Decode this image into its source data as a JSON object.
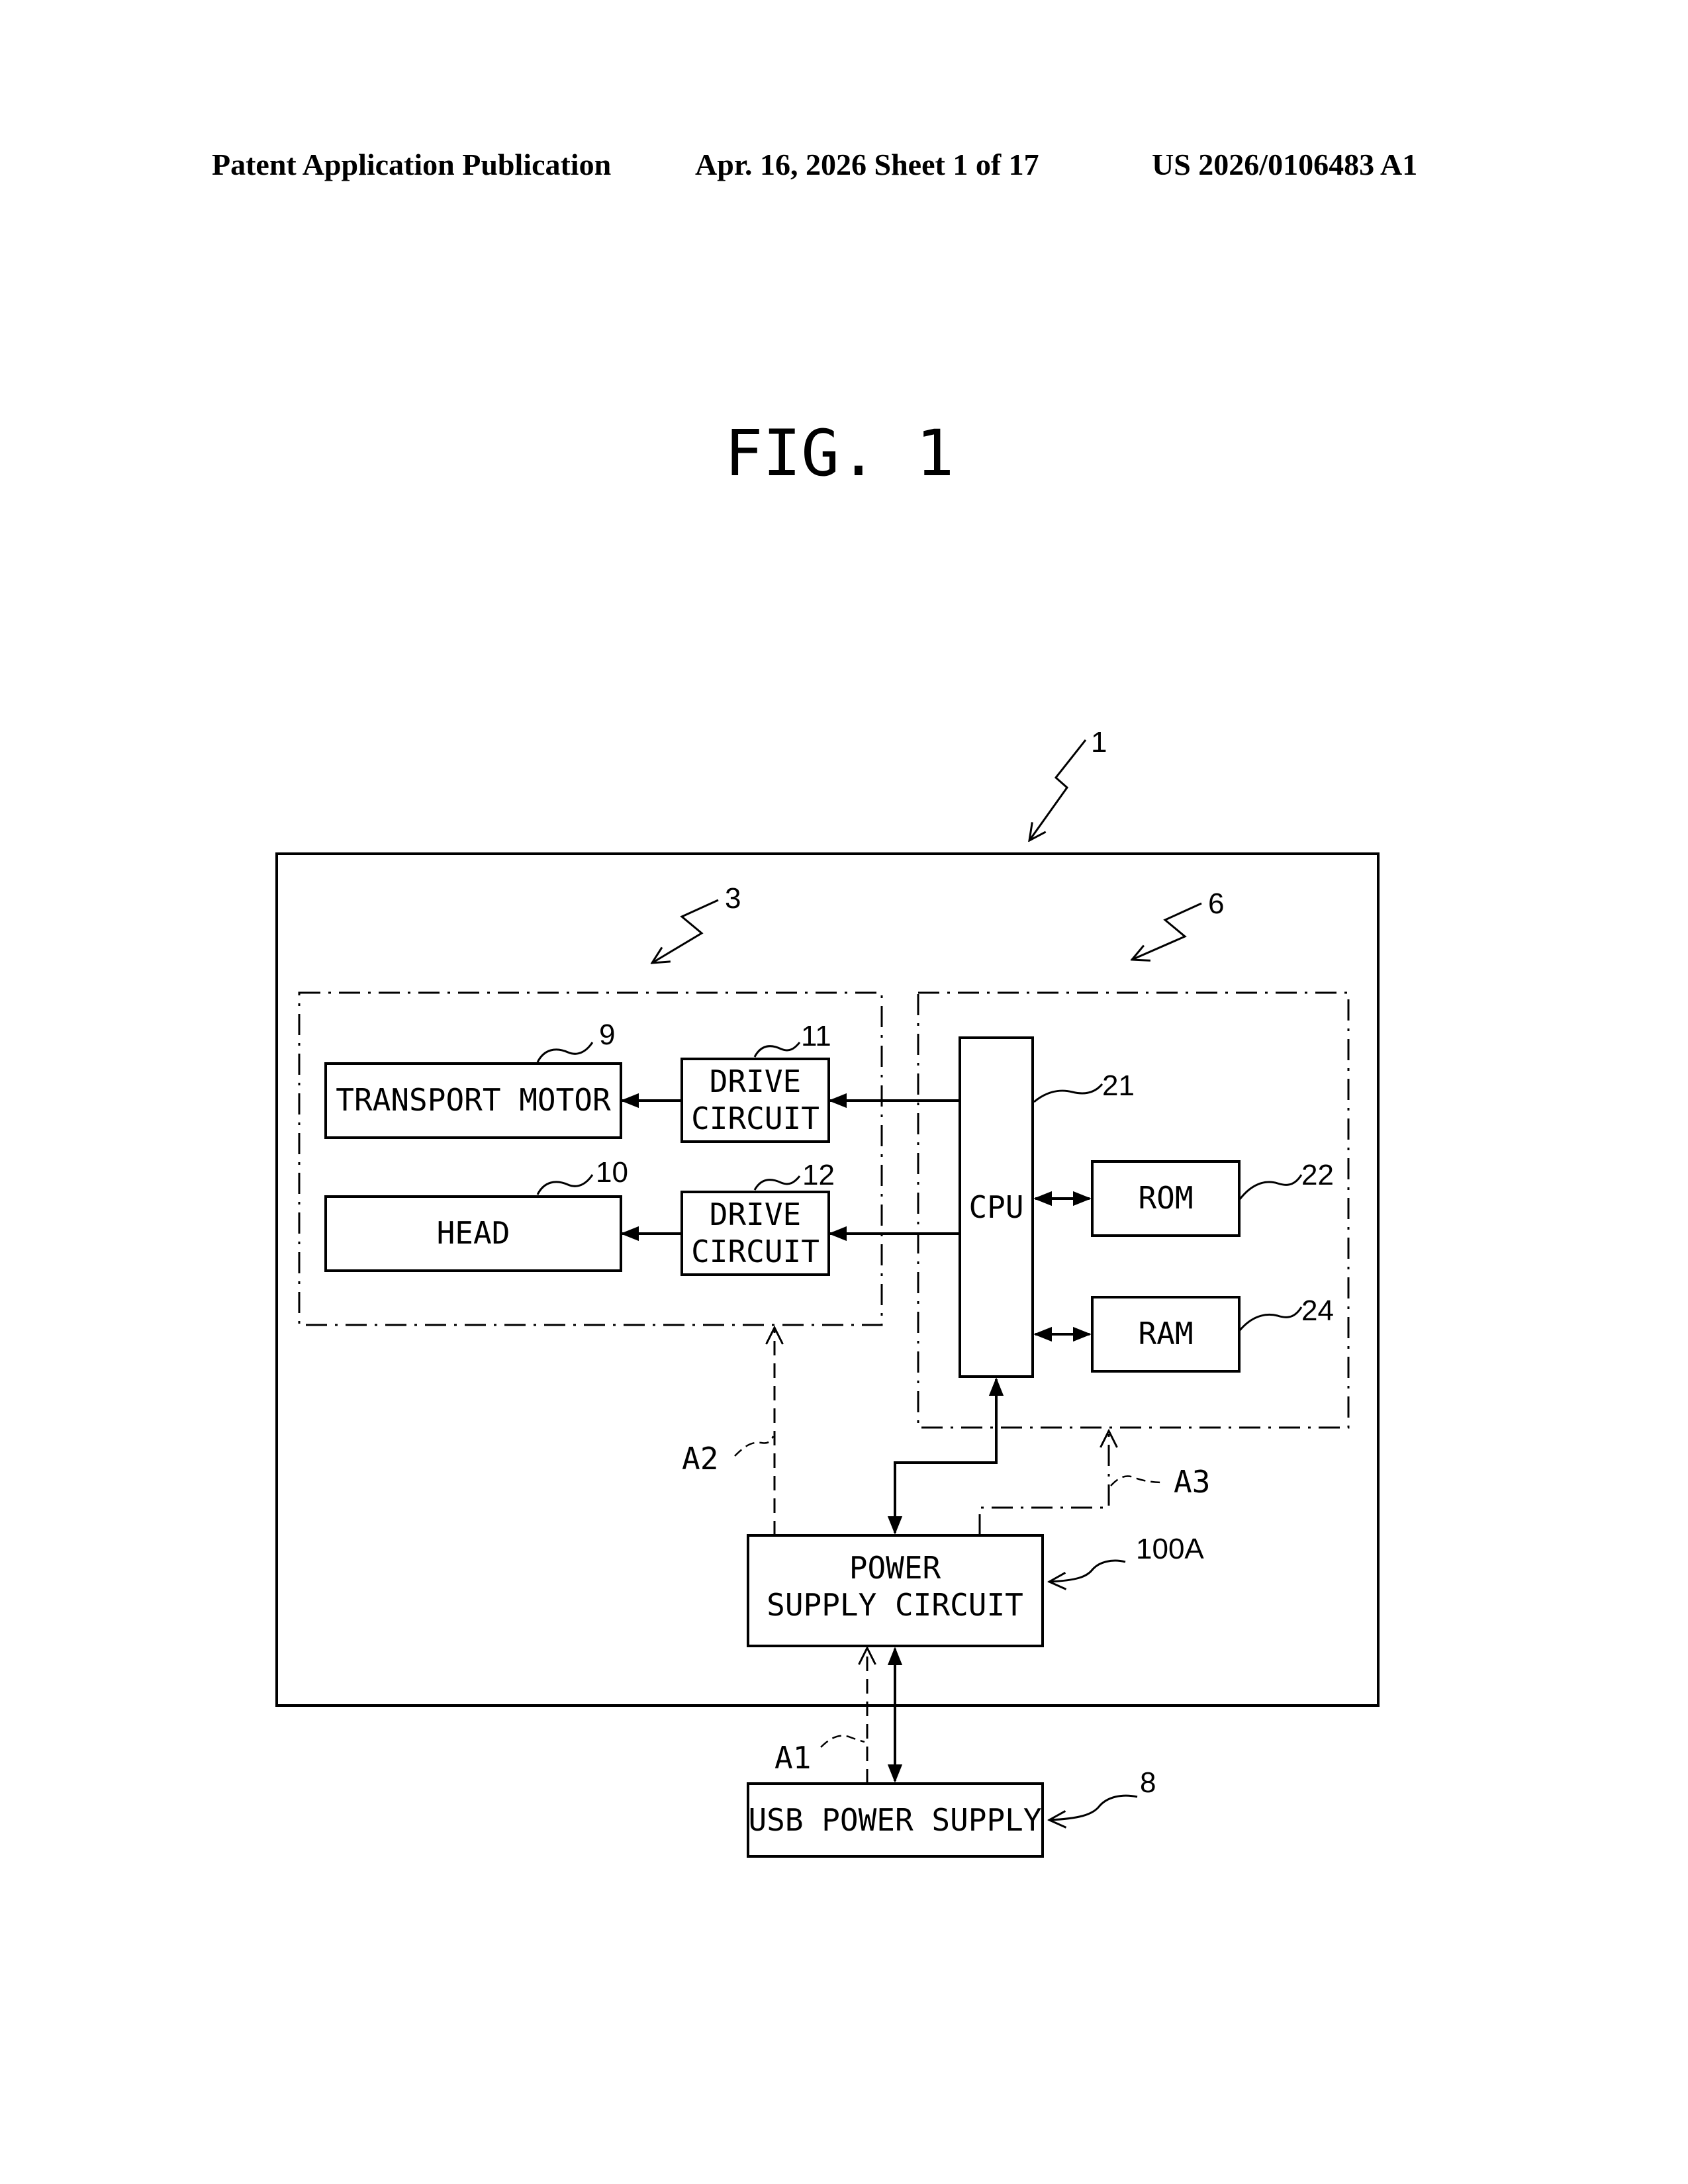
{
  "header": {
    "left": "Patent Application Publication",
    "center": "Apr. 16, 2026  Sheet 1 of 17",
    "right": "US 2026/0106483 A1"
  },
  "figure": {
    "title": "FIG. 1",
    "refs": {
      "device": "1",
      "print_section": "3",
      "control_section": "6",
      "transport_motor": "9",
      "head": "10",
      "drive_circuit_1": "11",
      "drive_circuit_2": "12",
      "cpu": "21",
      "rom": "22",
      "ram": "24",
      "power_supply_circuit": "100A",
      "usb_power_supply": "8"
    },
    "blocks": {
      "transport_motor": "TRANSPORT MOTOR",
      "head": "HEAD",
      "drive_circuit_line1": "DRIVE",
      "drive_circuit_line2": "CIRCUIT",
      "cpu": "CPU",
      "rom": "ROM",
      "ram": "RAM",
      "power_line1": "POWER",
      "power_line2": "SUPPLY CIRCUIT",
      "usb": "USB POWER SUPPLY"
    },
    "power_paths": {
      "a1": "A1",
      "a2": "A2",
      "a3": "A3"
    }
  }
}
